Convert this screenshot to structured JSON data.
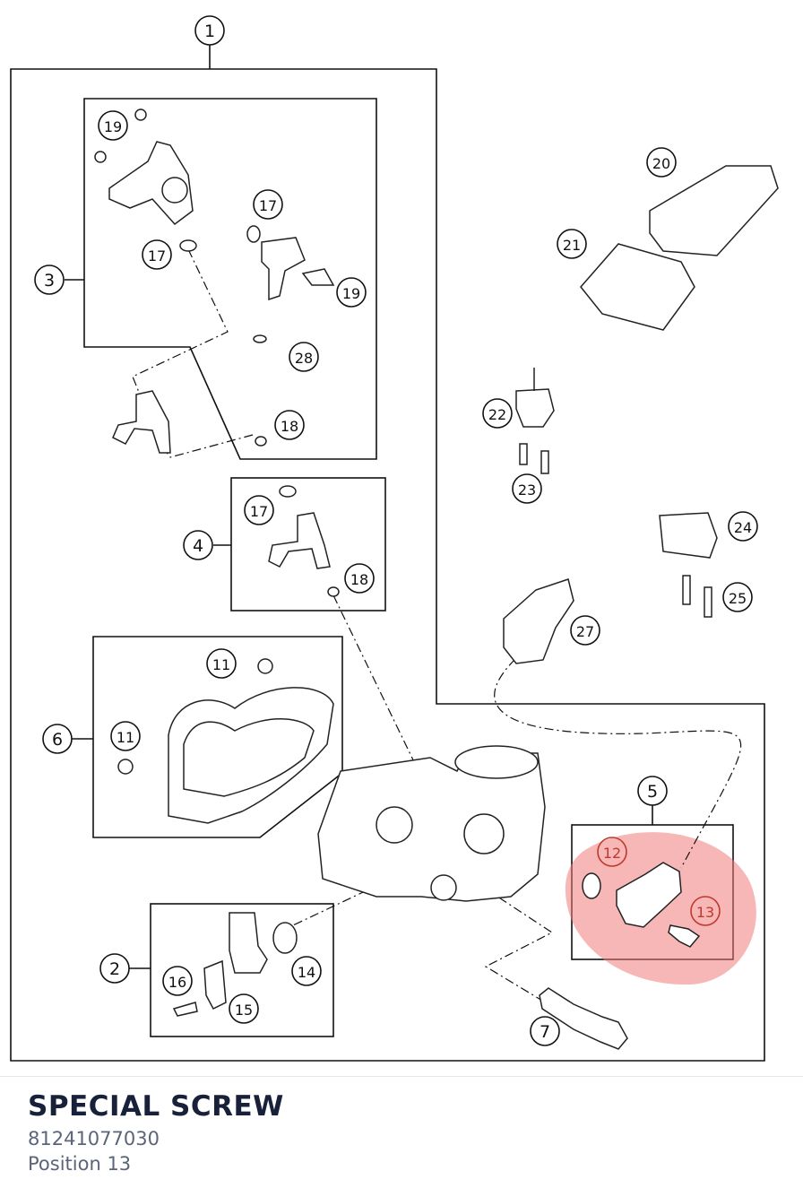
{
  "diagram": {
    "callouts": [
      "1",
      "2",
      "3",
      "4",
      "5",
      "6",
      "7",
      "11",
      "11",
      "12",
      "13",
      "14",
      "15",
      "16",
      "17",
      "17",
      "17",
      "18",
      "18",
      "19",
      "19",
      "20",
      "21",
      "22",
      "23",
      "24",
      "25",
      "27",
      "28"
    ],
    "highlight_color": "#f07b7b",
    "highlighted_position": "13"
  },
  "part": {
    "name": "SPECIAL SCREW",
    "number": "81241077030",
    "position_label": "Position 13"
  }
}
